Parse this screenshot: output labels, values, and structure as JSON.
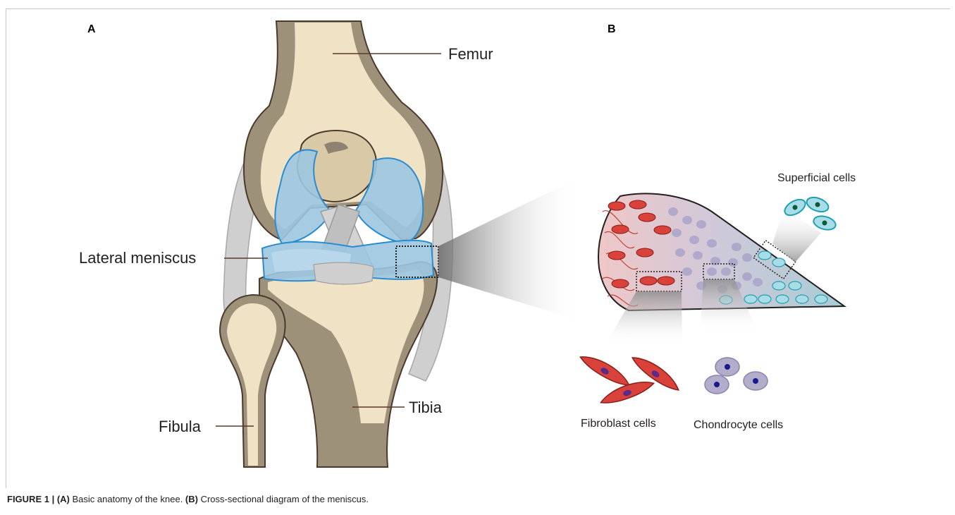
{
  "panels": {
    "a": "A",
    "b": "B"
  },
  "labels": {
    "femur": "Femur",
    "lateral_meniscus": "Lateral meniscus",
    "tibia": "Tibia",
    "fibula": "Fibula",
    "superficial_cells": "Superficial cells",
    "fibroblast_cells": "Fibroblast cells",
    "chondrocyte_cells": "Chondrocyte cells"
  },
  "caption": {
    "figure_label": "FIGURE 1 | ",
    "a_tag": "(A)",
    "a_text": " Basic anatomy of the knee. ",
    "b_tag": "(B)",
    "b_text": " Cross-sectional diagram of the meniscus."
  },
  "colors": {
    "bone_light": "#efe2c5",
    "bone_dark": "#a0937c",
    "meniscus": "#9cc6e0",
    "meniscus_edge": "#2a8ccf",
    "ligament": "#c9c9c9",
    "fibroblast": "#d9423a",
    "chondrocyte": "#a9a3c8",
    "superficial": "#a8dde8",
    "superficial_edge": "#1fa0b0"
  }
}
